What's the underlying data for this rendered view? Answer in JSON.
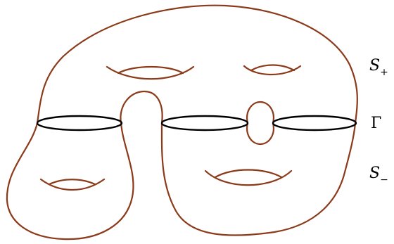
{
  "labels": {
    "s_plus": {
      "main": "S",
      "sub": "+"
    },
    "gamma": "Γ",
    "s_minus": {
      "main": "S",
      "sub": "−"
    }
  },
  "colors": {
    "surface": "#8b3a1a",
    "curves": "#000000",
    "background": "#ffffff"
  }
}
